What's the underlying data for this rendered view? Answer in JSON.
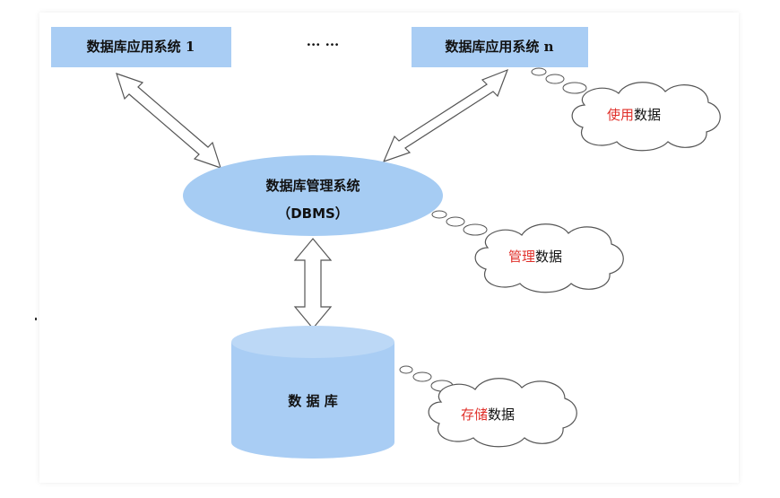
{
  "app_box_1": "数据库应用系统 1",
  "ellipsis": "··· ···",
  "app_box_n": "数据库应用系统 n",
  "dbms": {
    "line1": "数据库管理系统",
    "line2": "（DBMS）"
  },
  "database": "数 据 库",
  "clouds": {
    "use": {
      "red": "使用",
      "black": "数据"
    },
    "manage": {
      "red": "管理",
      "black": "数据"
    },
    "store": {
      "red": "存储",
      "black": "数据"
    }
  },
  "colors": {
    "box_fill": "#a9cdf4",
    "ellipse_fill": "#a6ccf3",
    "cylinder_fill": "#a9cdf4",
    "highlight_text": "#e0302a"
  }
}
